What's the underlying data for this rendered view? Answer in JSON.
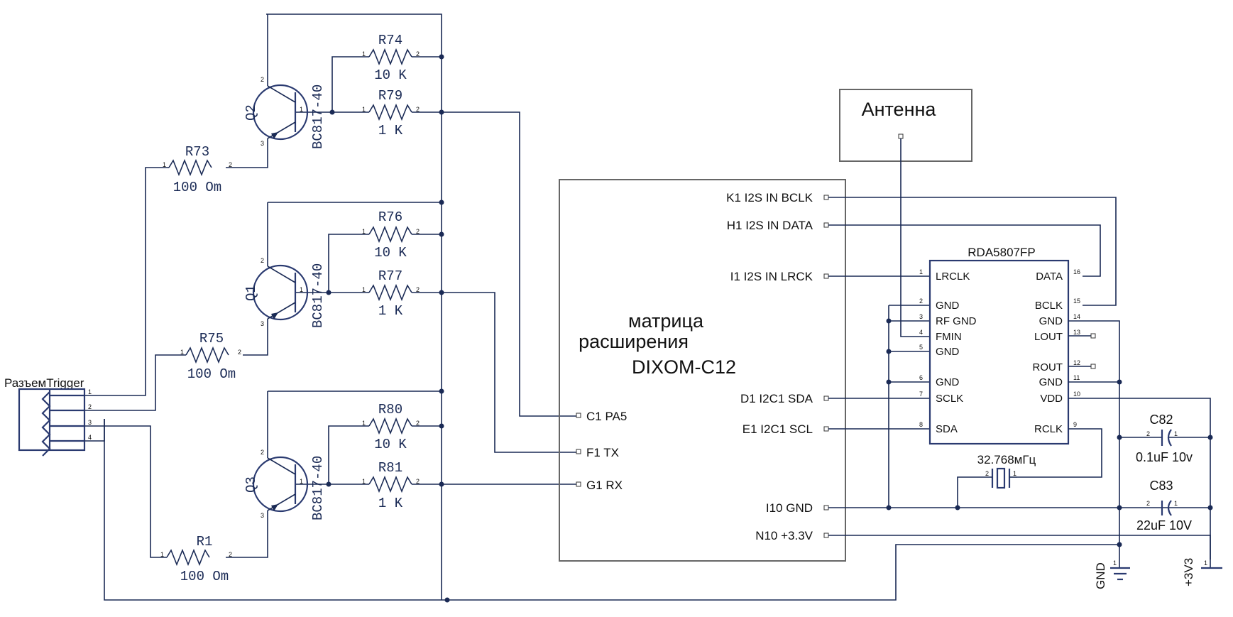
{
  "connector": {
    "name": "РазъемTrigger",
    "pins": [
      "1",
      "2",
      "3",
      "4"
    ]
  },
  "resistors": [
    {
      "id": "R74",
      "value": "10 K"
    },
    {
      "id": "R79",
      "value": "1 K"
    },
    {
      "id": "R73",
      "value": "100 Om"
    },
    {
      "id": "R76",
      "value": "10 K"
    },
    {
      "id": "R77",
      "value": "1 K"
    },
    {
      "id": "R75",
      "value": "100 Om"
    },
    {
      "id": "R80",
      "value": "10 K"
    },
    {
      "id": "R81",
      "value": "1 K"
    },
    {
      "id": "R1",
      "value": "100 Om"
    }
  ],
  "resistor_pin_labels": [
    "1",
    "2"
  ],
  "transistors": [
    {
      "id": "Q2",
      "part": "BC817-40"
    },
    {
      "id": "Q1",
      "part": "BC817-40"
    },
    {
      "id": "Q3",
      "part": "BC817-40"
    }
  ],
  "transistor_pin_labels": [
    "1",
    "2",
    "3"
  ],
  "matrix": {
    "title_lines": [
      "матрица",
      "расширения",
      "DIXOM-C12"
    ],
    "left_pins": [
      "C1  PA5",
      "F1  TX",
      "G1  RX"
    ],
    "right_pins": [
      "K1  I2S  IN  BCLK",
      "H1  I2S  IN  DATA",
      "I1  I2S  IN  LRCK",
      "D1  I2C1  SDA",
      "E1  I2C1  SCL",
      "I10  GND",
      "N10  +3.3V"
    ]
  },
  "antenna": {
    "label": "Антенна"
  },
  "chip": {
    "name": "RDA5807FP",
    "left_pins": [
      {
        "num": "1",
        "name": "LRCLK"
      },
      {
        "num": "2",
        "name": "GND"
      },
      {
        "num": "3",
        "name": "RF  GND"
      },
      {
        "num": "4",
        "name": "FMIN"
      },
      {
        "num": "5",
        "name": "GND"
      },
      {
        "num": "6",
        "name": "GND"
      },
      {
        "num": "7",
        "name": "SCLK"
      },
      {
        "num": "8",
        "name": "SDA"
      }
    ],
    "right_pins": [
      {
        "num": "16",
        "name": "DATA"
      },
      {
        "num": "15",
        "name": "BCLK"
      },
      {
        "num": "14",
        "name": "GND"
      },
      {
        "num": "13",
        "name": "LOUT"
      },
      {
        "num": "12",
        "name": "ROUT"
      },
      {
        "num": "11",
        "name": "GND"
      },
      {
        "num": "10",
        "name": "VDD"
      },
      {
        "num": "9",
        "name": "RCLK"
      }
    ]
  },
  "crystal": {
    "label": "32.768мГц",
    "pins": [
      "2",
      "1"
    ]
  },
  "capacitors": [
    {
      "id": "C82",
      "value": "0.1uF  10v"
    },
    {
      "id": "C83",
      "value": "22uF  10V"
    }
  ],
  "cap_pin_labels": [
    "2",
    "1"
  ],
  "power": {
    "gnd": {
      "label": "GND",
      "pin": "1"
    },
    "v33": {
      "label": "+3V3",
      "pin": "1"
    }
  }
}
